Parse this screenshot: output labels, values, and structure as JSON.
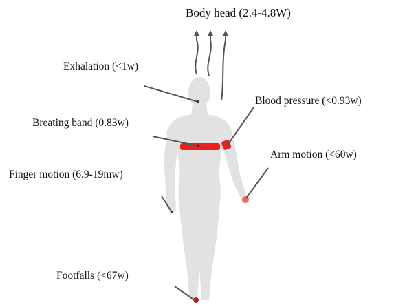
{
  "title": "Body head (2.4-4.8W)",
  "labels": {
    "exhalation": "Exhalation (<1w)",
    "blood_pressure": "Blood pressure (<0.93w)",
    "breathing_band": "Breating band (0.83w)",
    "arm_motion": "Arm motion (<60w)",
    "finger_motion": "Finger motion (6.9-19mw)",
    "footfalls": "Footfalls (<67w)"
  },
  "colors": {
    "body": "#e2e2e2",
    "highlight": "#e8201e",
    "pointer": "#555555",
    "text": "#111111"
  }
}
